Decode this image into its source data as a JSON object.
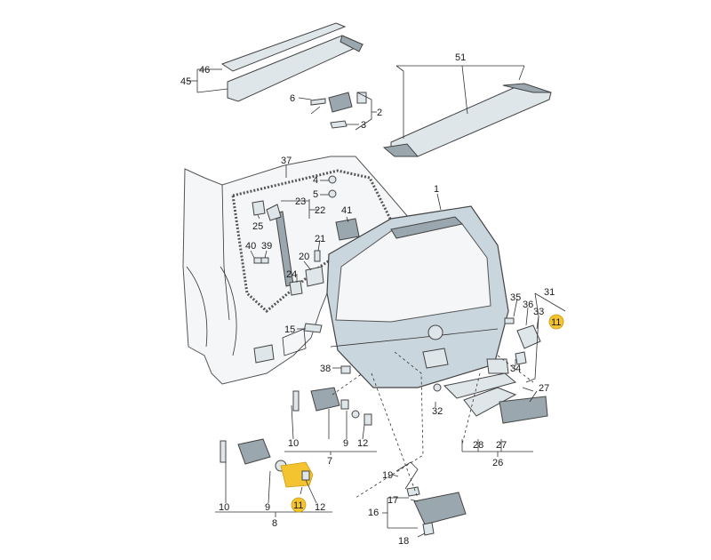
{
  "callouts": {
    "c1": "1",
    "c2": "2",
    "c3": "3",
    "c4": "4",
    "c5": "5",
    "c6": "6",
    "c7": "7",
    "c8": "8",
    "c9a": "9",
    "c9b": "9",
    "c10a": "10",
    "c10b": "10",
    "c11a": "11",
    "c11b": "11",
    "c12a": "12",
    "c12b": "12",
    "c15": "15",
    "c16": "16",
    "c17": "17",
    "c18": "18",
    "c19": "19",
    "c20": "20",
    "c21": "21",
    "c22": "22",
    "c23": "23",
    "c24": "24",
    "c25": "25",
    "c26": "26",
    "c27a": "27",
    "c27b": "27",
    "c28": "28",
    "c31": "31",
    "c32": "32",
    "c33": "33",
    "c34": "34",
    "c35": "35",
    "c36": "36",
    "c37": "37",
    "c38": "38",
    "c39": "39",
    "c40": "40",
    "c41": "41",
    "c45": "45",
    "c46": "46",
    "c51": "51"
  },
  "colors": {
    "highlight": "#f4c430",
    "panel": "#c9d6dd",
    "body": "#f4f6f7"
  }
}
